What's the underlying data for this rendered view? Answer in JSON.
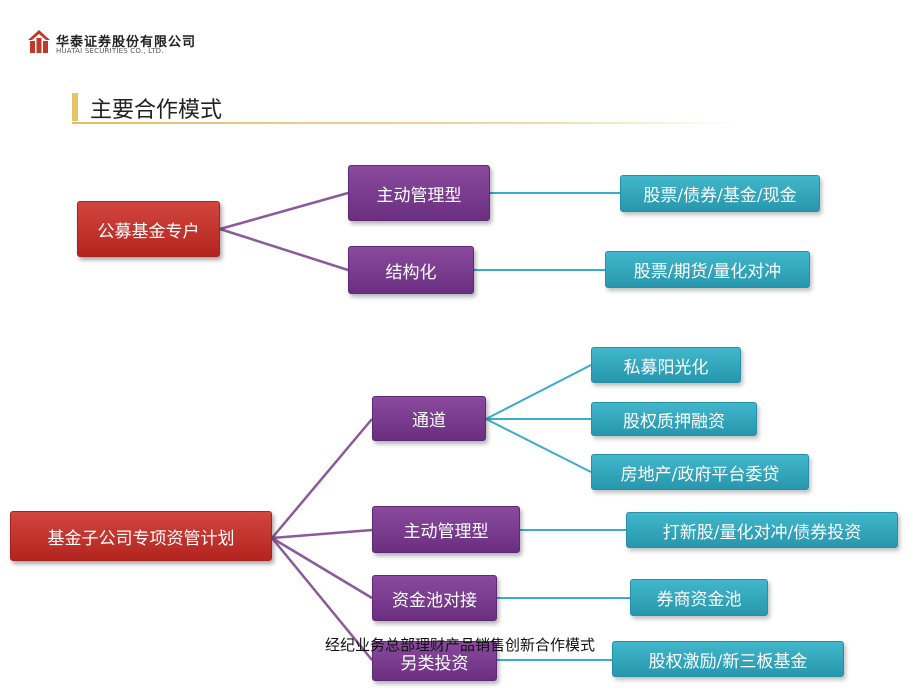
{
  "header": {
    "company_cn": "华泰证券股份有限公司",
    "company_en": "HUATAI SECURITIES CO., LTD.",
    "logo_icon": "huatai-logo-icon",
    "title": "主要合作模式"
  },
  "diagram": {
    "group1": {
      "root": "公募基金专户",
      "branches": [
        {
          "label": "主动管理型",
          "leaves": [
            "股票/债券/基金/现金"
          ]
        },
        {
          "label": "结构化",
          "leaves": [
            "股票/期货/量化对冲"
          ]
        }
      ]
    },
    "group2": {
      "root": "基金子公司专项资管计划",
      "branches": [
        {
          "label": "通道",
          "leaves": [
            "私募阳光化",
            "股权质押融资",
            "房地产/政府平台委贷"
          ]
        },
        {
          "label": "主动管理型",
          "leaves": [
            "打新股/量化对冲/债券投资"
          ]
        },
        {
          "label": "资金池对接",
          "leaves": [
            "券商资金池"
          ]
        },
        {
          "label": "另类投资",
          "leaves": [
            "股权激励/新三板基金"
          ]
        }
      ]
    },
    "colors": {
      "root": "#c0322c",
      "branch": "#7a3a8e",
      "leaf": "#33a9bf",
      "root_link": "#8a5a9a",
      "leaf_link": "#3aaccc"
    }
  },
  "footer": {
    "caption": "经纪业务总部理财产品销售创新合作模式"
  }
}
